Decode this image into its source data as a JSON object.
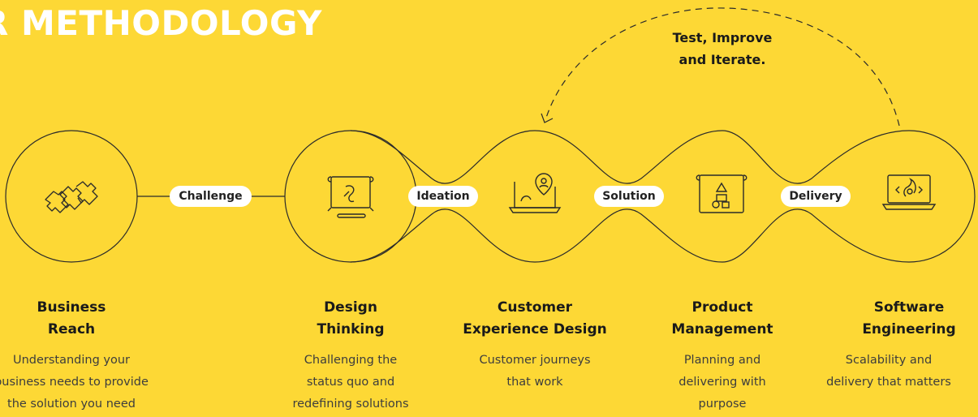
{
  "title": "R METHODOLOGY",
  "loop_label": [
    "Test, Improve",
    "and Iterate."
  ],
  "connectors": {
    "challenge": "Challenge",
    "ideation": "Ideation",
    "solution": "Solution",
    "delivery": "Delivery"
  },
  "steps": [
    {
      "title": [
        "Business",
        "Reach"
      ],
      "desc": [
        "Understanding your",
        "business needs to provide",
        "the solution you need"
      ],
      "icon": "puzzle-icon"
    },
    {
      "title": [
        "Design",
        "Thinking"
      ],
      "desc": [
        "Challenging the",
        "status quo and",
        "redefining solutions"
      ],
      "icon": "blueprint-pen-icon"
    },
    {
      "title": [
        "Customer",
        "Experience Design"
      ],
      "desc": [
        "Customer journeys",
        "that work"
      ],
      "icon": "laptop-location-icon"
    },
    {
      "title": [
        "Product",
        "Management"
      ],
      "desc": [
        "Planning and",
        "delivering with",
        "purpose"
      ],
      "icon": "blueprint-shapes-icon"
    },
    {
      "title": [
        "Software",
        "Engineering"
      ],
      "desc": [
        "Scalability and",
        "delivery that matters"
      ],
      "icon": "laptop-code-icon"
    }
  ]
}
